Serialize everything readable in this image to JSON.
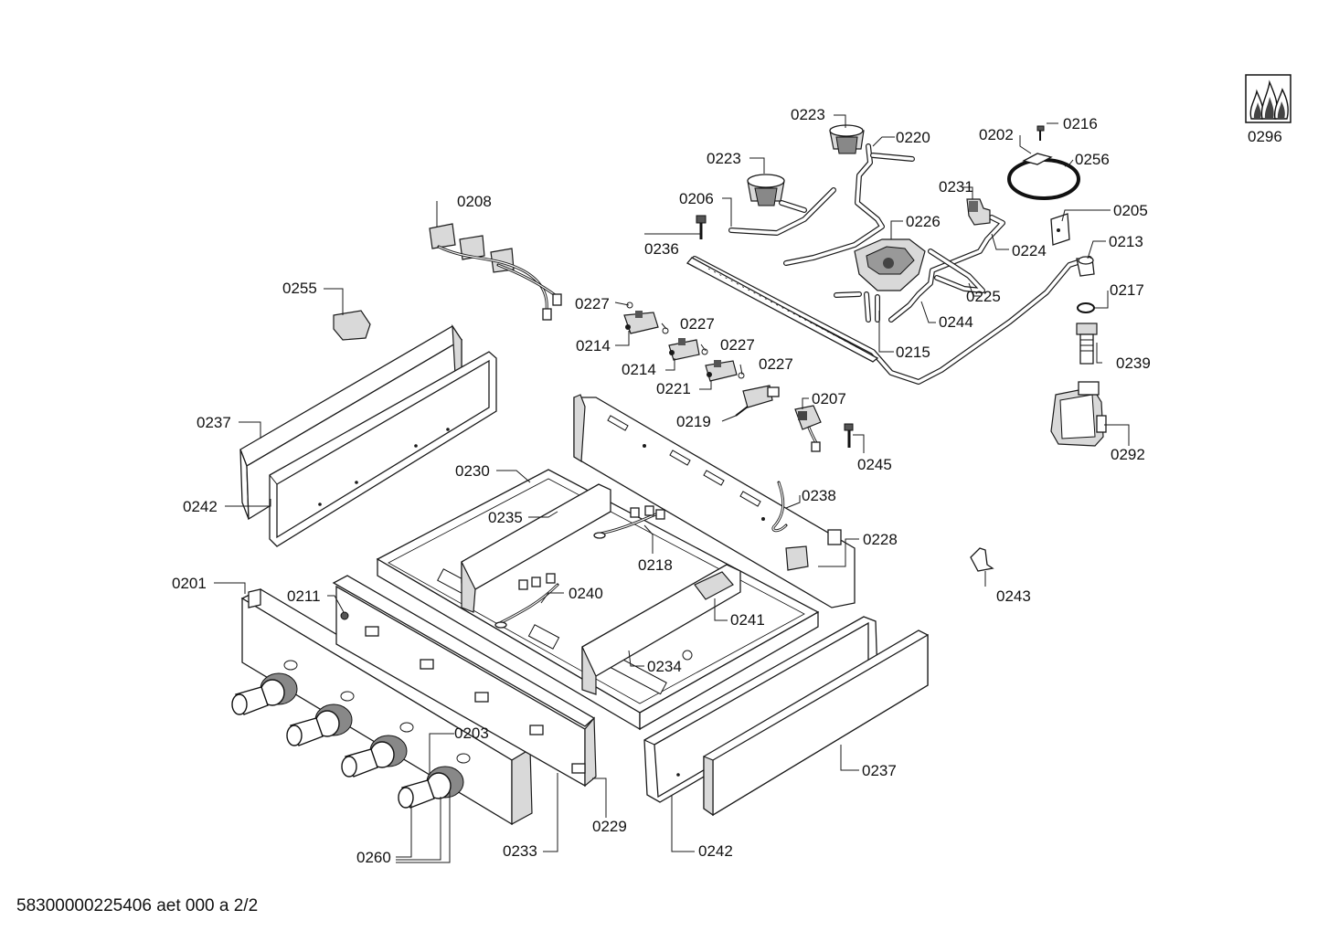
{
  "document_code": "58300000225406 aet 000 a 2/2",
  "gas_symbol_label": "0296",
  "part_labels": {
    "p0223a": "0223",
    "p0223b": "0223",
    "p0220": "0220",
    "p0202": "0202",
    "p0216": "0216",
    "p0256": "0256",
    "p0206": "0206",
    "p0231": "0231",
    "p0205": "0205",
    "p0226": "0226",
    "p0213": "0213",
    "p0236": "0236",
    "p0224": "0224",
    "p0208": "0208",
    "p0217": "0217",
    "p0225": "0225",
    "p0255": "0255",
    "p0227a": "0227",
    "p0227b": "0227",
    "p0227c": "0227",
    "p0227d": "0227",
    "p0244": "0244",
    "p0214a": "0214",
    "p0214b": "0214",
    "p0215": "0215",
    "p0239": "0239",
    "p0221": "0221",
    "p0207": "0207",
    "p0219": "0219",
    "p0237a": "0237",
    "p0245": "0245",
    "p0292": "0292",
    "p0230": "0230",
    "p0238": "0238",
    "p0235": "0235",
    "p0242a": "0242",
    "p0228": "0228",
    "p0218": "0218",
    "p0201": "0201",
    "p0211": "0211",
    "p0240": "0240",
    "p0243": "0243",
    "p0241": "0241",
    "p0234": "0234",
    "p0203": "0203",
    "p0237b": "0237",
    "p0229": "0229",
    "p0233": "0233",
    "p0242b": "0242",
    "p0260": "0260"
  },
  "icon_names": [
    "gas-flame-symbol-icon",
    "control-knob-icon",
    "burner-cup-icon",
    "gas-valve-icon",
    "ignition-module-icon",
    "pressure-regulator-icon"
  ]
}
